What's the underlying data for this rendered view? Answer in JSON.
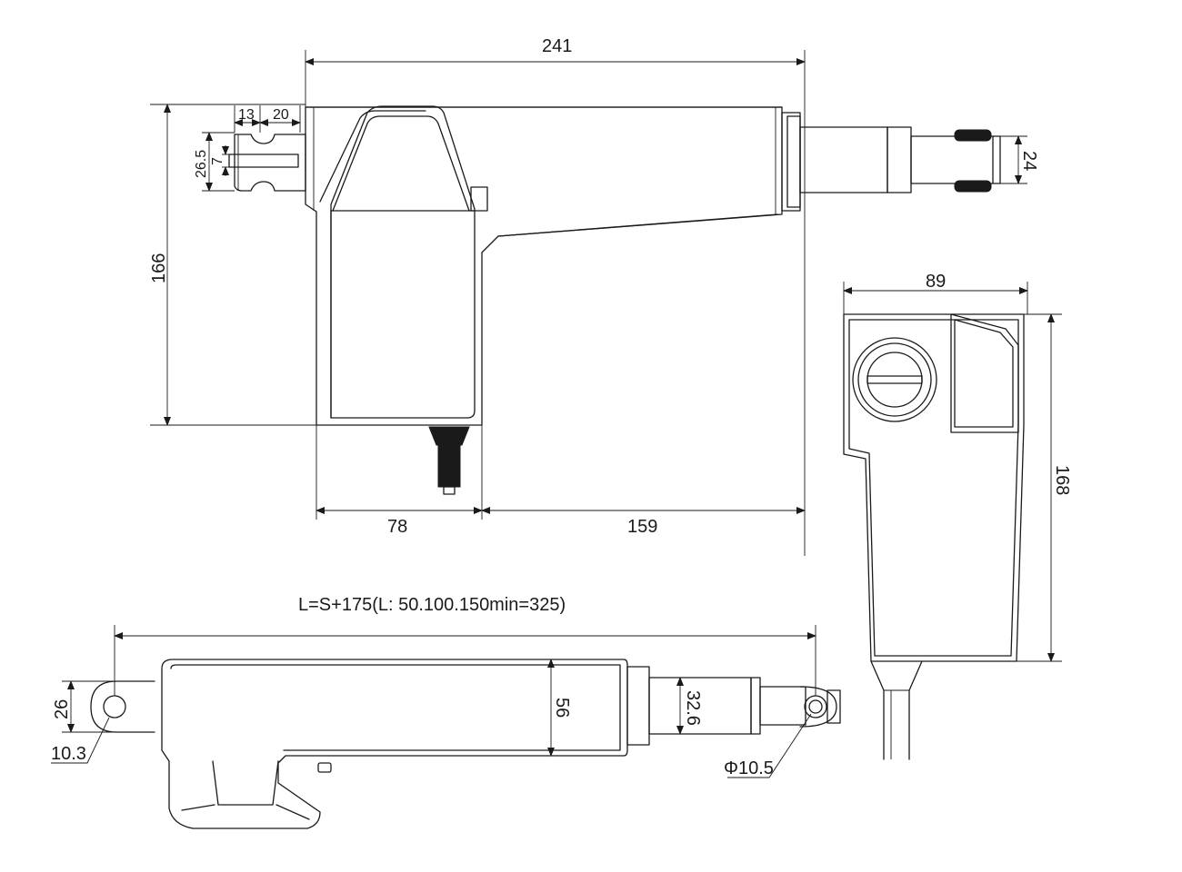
{
  "dimensions": {
    "overall_length": "241",
    "body_height": "166",
    "clevis_13": "13",
    "clevis_20": "20",
    "clevis_26_5": "26.5",
    "slot_7": "7",
    "rod_end_24": "24",
    "motor_78": "78",
    "tube_159": "159",
    "end_width_89": "89",
    "end_height_168": "168",
    "stroke_formula": "L=S+175(L: 50.100.150min=325)",
    "rear_hole_26": "26",
    "rear_hole_10_3": "10.3",
    "tube_56": "56",
    "rod_32_6": "32.6",
    "front_hole_diameter": "Φ10.5"
  }
}
